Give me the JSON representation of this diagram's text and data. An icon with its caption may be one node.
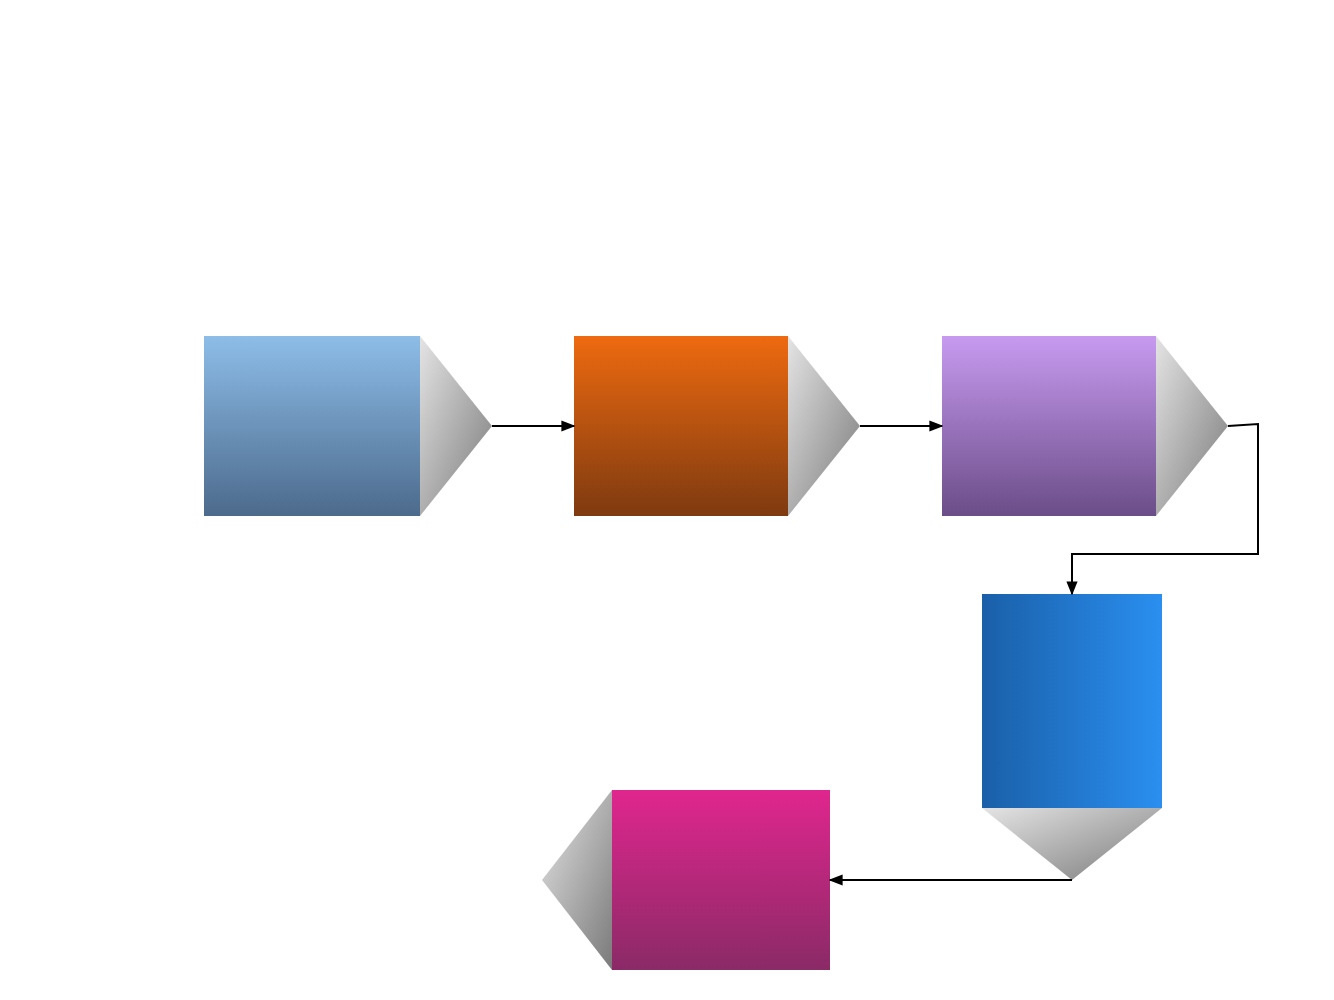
{
  "diagram": {
    "nodes": [
      {
        "text": [],
        "shape": "pentagon"
      },
      {
        "text": [],
        "shape": "pentagon"
      },
      {
        "text": [],
        "shape": "pentagon"
      },
      {
        "text": [],
        "shape": "pentagon"
      },
      {
        "text": [],
        "shape": "pentagon"
      }
    ],
    "edges": [
      {
        "from": 0,
        "to": 1,
        "arrow": "to"
      },
      {
        "from": 1,
        "to": 2,
        "arrow": "to"
      },
      {
        "from": 2,
        "to": 3,
        "arrow": "to"
      },
      {
        "from": 3,
        "to": 4,
        "arrow": "to"
      }
    ]
  }
}
